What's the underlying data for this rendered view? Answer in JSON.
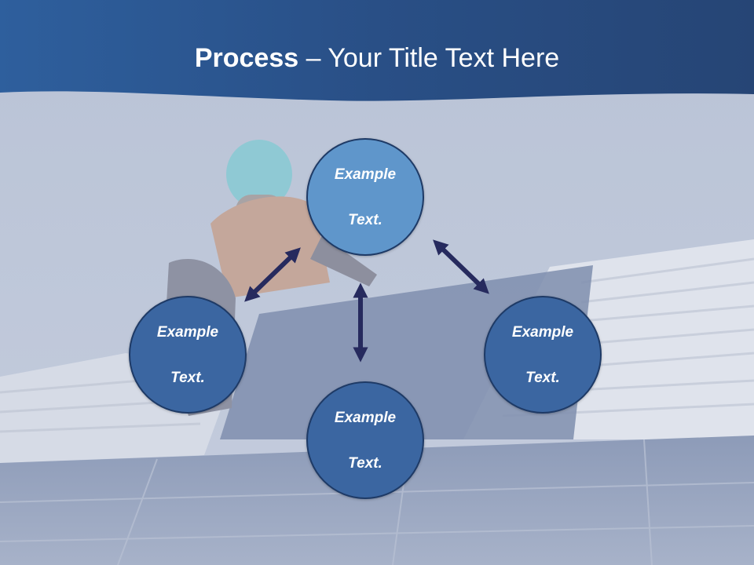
{
  "title": {
    "bold": "Process",
    "rest": " – Your Title Text Here"
  },
  "nodes": {
    "top": {
      "line1": "Example",
      "line2": "Text."
    },
    "left": {
      "line1": "Example",
      "line2": "Text."
    },
    "right": {
      "line1": "Example",
      "line2": "Text."
    },
    "bottom": {
      "line1": "Example",
      "line2": "Text."
    }
  },
  "colors": {
    "header": "#2f5c96",
    "node_highlight": "#5f96cb",
    "node": "#3b66a1",
    "node_border": "#1e3a66",
    "arrow": "#262a5e"
  }
}
